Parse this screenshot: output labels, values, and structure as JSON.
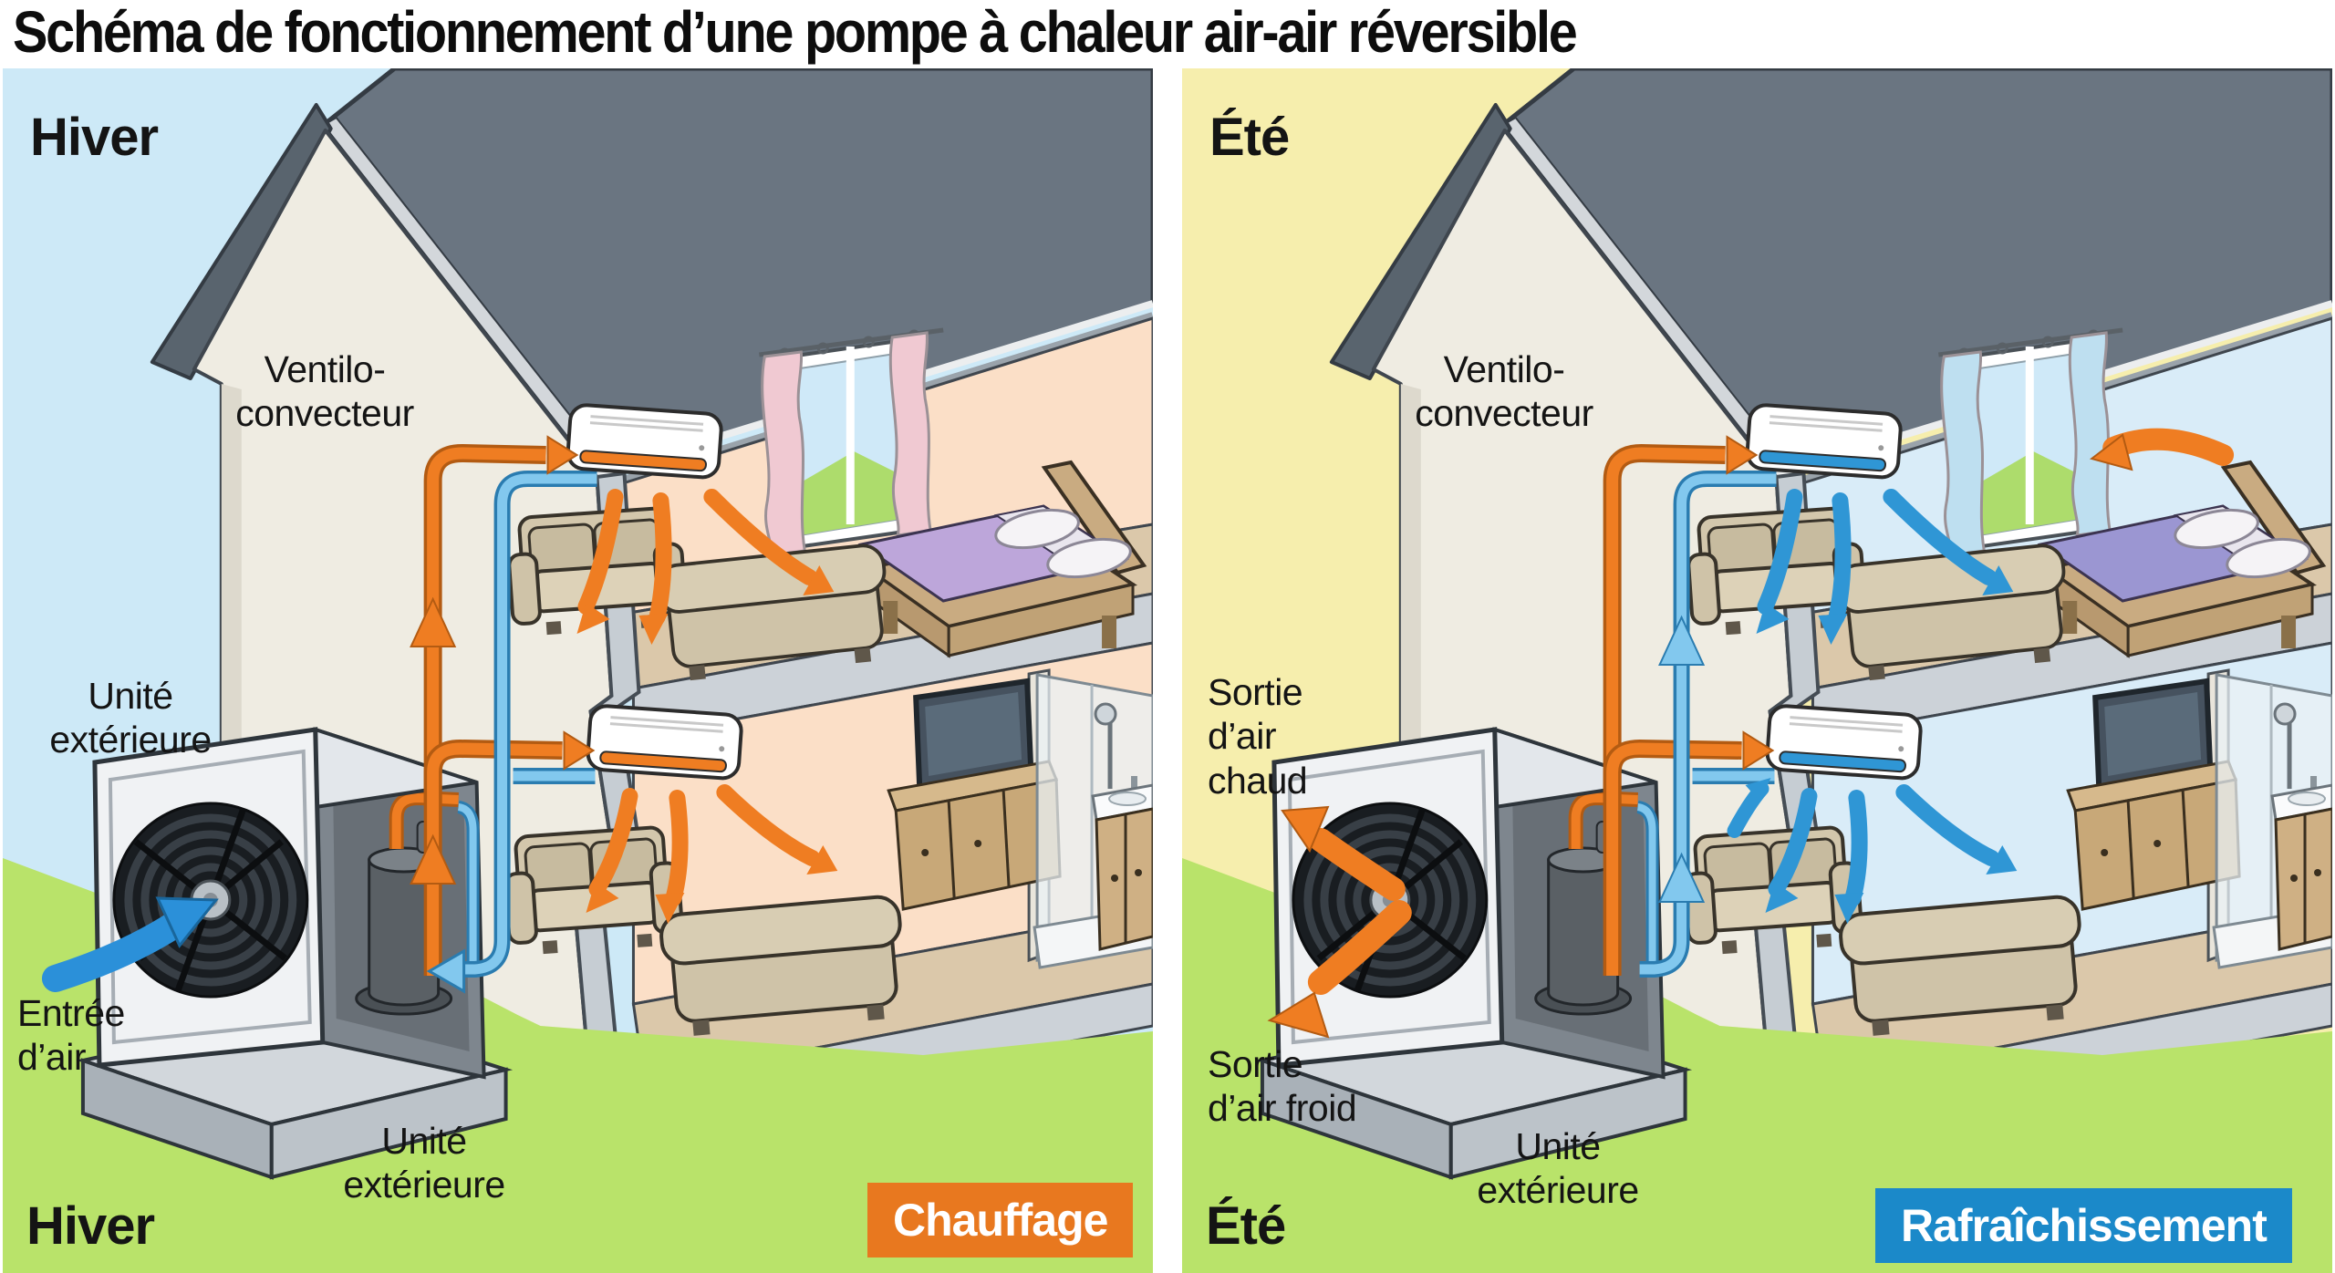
{
  "title": "Schéma de fonctionnement d’une pompe à chaleur air-air réversible",
  "colors": {
    "heat_accent": "#ef7d22",
    "cool_accent": "#2f96d5",
    "winter_sky": "#cde9f7",
    "summer_sky": "#f6eead",
    "winter_room": "#fbdfc7",
    "summer_room": "#d9ecf8",
    "grass": "#b9e36a",
    "roof": "#6a7581",
    "badge_heating": "#e8781f",
    "badge_cooling": "#1b89c9"
  },
  "panels": {
    "hiver": {
      "season_top": "Hiver",
      "season_bottom": "Hiver",
      "badge": "Chauffage",
      "badge_color": "#e8781f",
      "labels": {
        "ventilo_line1": "Ventilo-",
        "ventilo_line2": "convecteur",
        "unite_side_line1": "Unité",
        "unite_side_line2": "extérieure",
        "entree_line1": "Entrée",
        "entree_line2": "d’air",
        "unite_bottom_line1": "Unité",
        "unite_bottom_line2": "extérieure"
      }
    },
    "ete": {
      "season_top": "Été",
      "season_bottom": "Été",
      "badge": "Rafraîchissement",
      "badge_color": "#1b89c9",
      "labels": {
        "ventilo_line1": "Ventilo-",
        "ventilo_line2": "convecteur",
        "sortie_chaud_line1": "Sortie",
        "sortie_chaud_line2": "d’air",
        "sortie_chaud_line3": "chaud",
        "sortie_froid_line1": "Sortie",
        "sortie_froid_line2": "d’air froid",
        "unite_bottom_line1": "Unité",
        "unite_bottom_line2": "extérieure"
      }
    }
  }
}
